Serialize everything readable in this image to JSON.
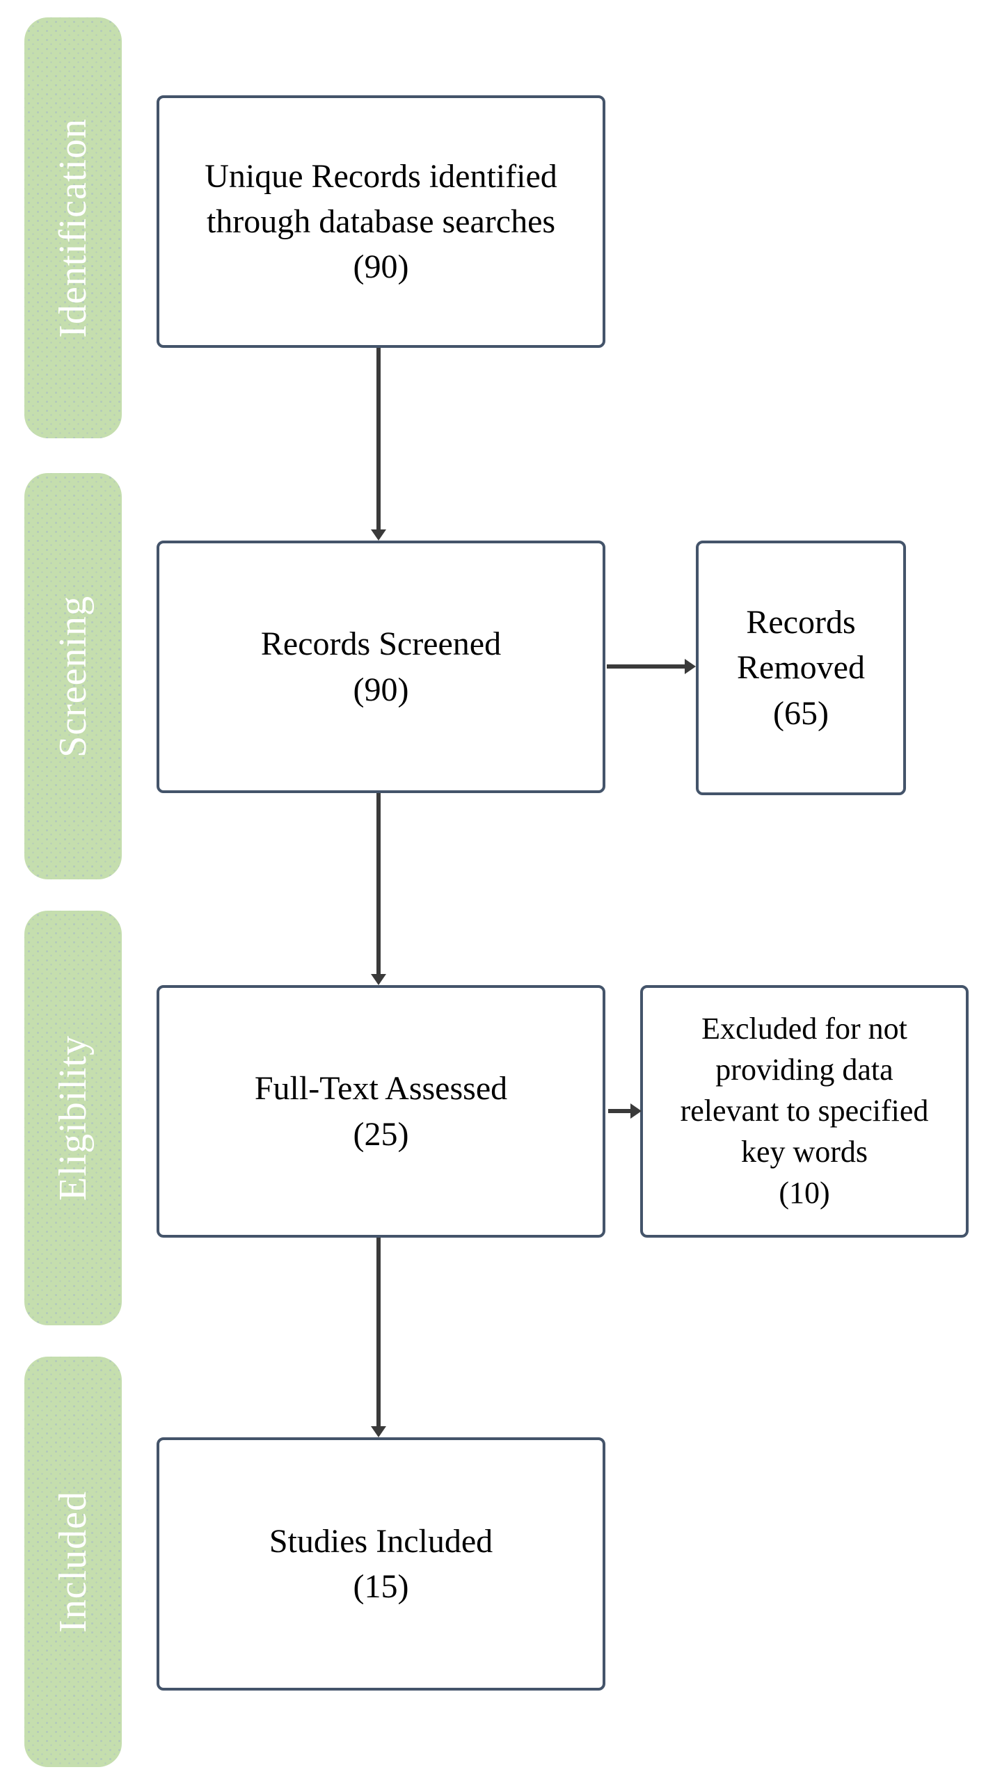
{
  "diagram_type": "prisma-flow-diagram",
  "colors": {
    "stage_band_fill": "#c5deae",
    "stage_band_text": "#ffffff",
    "box_border": "#44546a",
    "box_fill": "#ffffff",
    "box_text": "#000000",
    "arrow": "#3a3a3a",
    "background": "#ffffff"
  },
  "stages": [
    {
      "label": "Identification"
    },
    {
      "label": "Screening"
    },
    {
      "label": "Eligibility"
    },
    {
      "label": "Included"
    }
  ],
  "boxes": {
    "identified": {
      "text": "Unique Records identified\nthrough database searches\n(90)",
      "count": 90
    },
    "screened": {
      "text": "Records Screened\n(90)",
      "count": 90
    },
    "removed": {
      "text": "Records\nRemoved\n(65)",
      "count": 65
    },
    "fulltext": {
      "text": "Full-Text Assessed\n(25)",
      "count": 25
    },
    "excluded": {
      "text": "Excluded for not\nproviding data\nrelevant to specified\nkey words\n(10)",
      "count": 10
    },
    "included": {
      "text": "Studies Included\n(15)",
      "count": 15
    }
  }
}
